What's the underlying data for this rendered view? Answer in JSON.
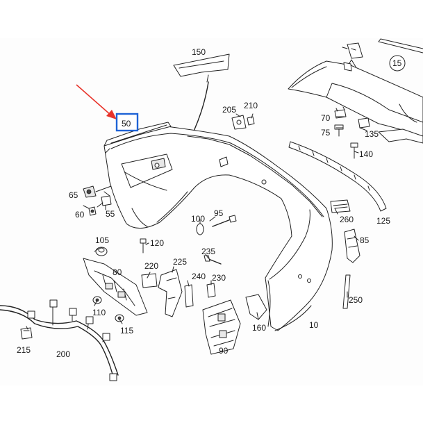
{
  "diagram": {
    "labels": {
      "l150": "150",
      "l15": "15",
      "l205": "205",
      "l210": "210",
      "l70": "70",
      "l75": "75",
      "l135": "135",
      "l140": "140",
      "l50": "50",
      "l65": "65",
      "l60": "60",
      "l55": "55",
      "l100": "100",
      "l95": "95",
      "l105": "105",
      "l120": "120",
      "l260": "260",
      "l125": "125",
      "l85": "85",
      "l235": "235",
      "l80": "80",
      "l220": "220",
      "l225": "225",
      "l240": "240",
      "l230": "230",
      "l250": "250",
      "l110": "110",
      "l115": "115",
      "l160": "160",
      "l10": "10",
      "l215": "215",
      "l200": "200",
      "l90": "90"
    },
    "highlight_color": "#1e63d6",
    "arrow_color": "#e8332a"
  }
}
